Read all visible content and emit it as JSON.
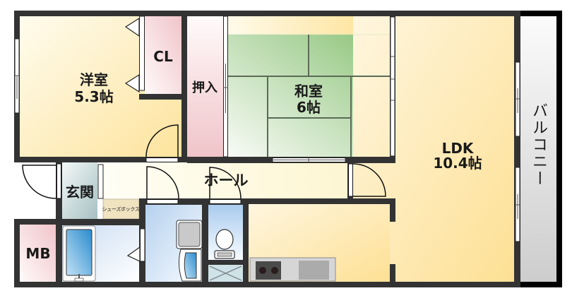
{
  "floorplan": {
    "rooms": {
      "western": {
        "name": "洋室",
        "size": "5.3帖"
      },
      "closet": {
        "name": "CL"
      },
      "oshiire": {
        "name": "押入"
      },
      "washitsu": {
        "name": "和室",
        "size": "6帖"
      },
      "ldk": {
        "name": "LDK",
        "size": "10.4帖"
      },
      "balcony": {
        "name": "バルコニー"
      },
      "hall": {
        "name": "ホール"
      },
      "genkan": {
        "name": "玄関"
      },
      "shoebox": {
        "name": "シューズボックス"
      },
      "mb": {
        "name": "MB"
      }
    },
    "colors": {
      "wall": "#333333",
      "balcony_border": "#000000",
      "western_floor": "#fde7a5",
      "tatami": "#8fc47a",
      "closet_pink": "#f2cdd1",
      "water_blue": "#b8d3ee",
      "genkan": "#a9c3c5",
      "shoebox": "#efe3c0"
    }
  }
}
